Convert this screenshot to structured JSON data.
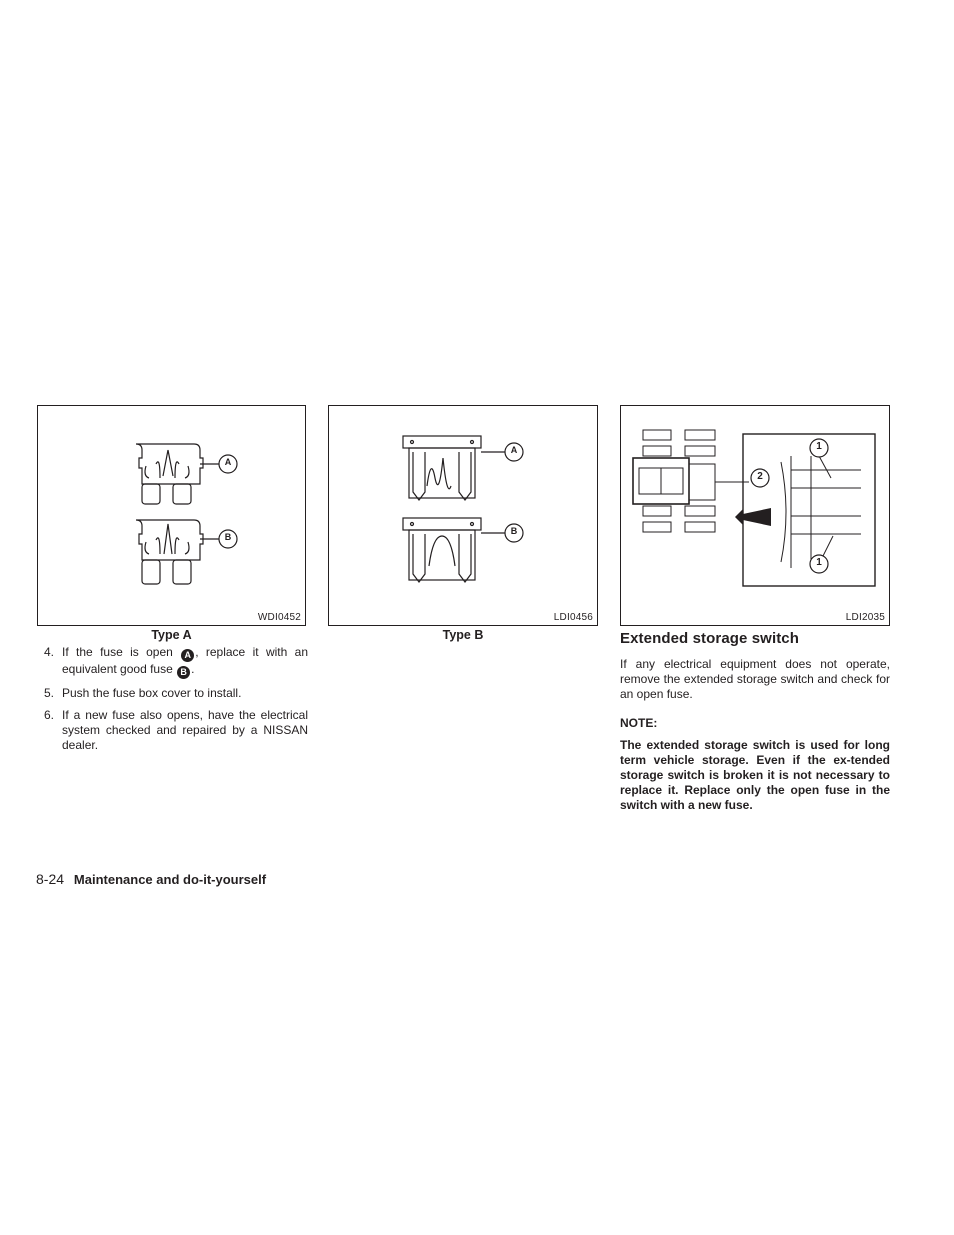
{
  "figures": [
    {
      "code": "WDI0452",
      "caption": "Type A",
      "labels": [
        "A",
        "B"
      ]
    },
    {
      "code": "LDI0456",
      "caption": "Type B",
      "labels": [
        "A",
        "B"
      ]
    },
    {
      "code": "LDI2035",
      "labels": [
        "1",
        "2",
        "1"
      ]
    }
  ],
  "steps": [
    {
      "num": "4.",
      "pre": "If the fuse is open",
      "ref_a": "A",
      "mid": ", replace it with an equivalent good fuse",
      "ref_b": "B",
      "post": "."
    },
    {
      "num": "5.",
      "text": "Push the fuse box cover to install."
    },
    {
      "num": "6.",
      "text": "If a new fuse also opens, have the electrical system checked and repaired by a NISSAN dealer."
    }
  ],
  "section": {
    "heading": "Extended storage switch",
    "body": "If any electrical equipment does not operate, remove the extended storage switch and check for an open fuse.",
    "note_title": "NOTE:",
    "note_body": "The extended storage switch is used for long term vehicle storage. Even if the ex-tended storage switch is broken it is not necessary to replace it. Replace only the open fuse in the switch with a new fuse."
  },
  "footer": {
    "page": "8-24",
    "title": "Maintenance and do-it-yourself"
  }
}
